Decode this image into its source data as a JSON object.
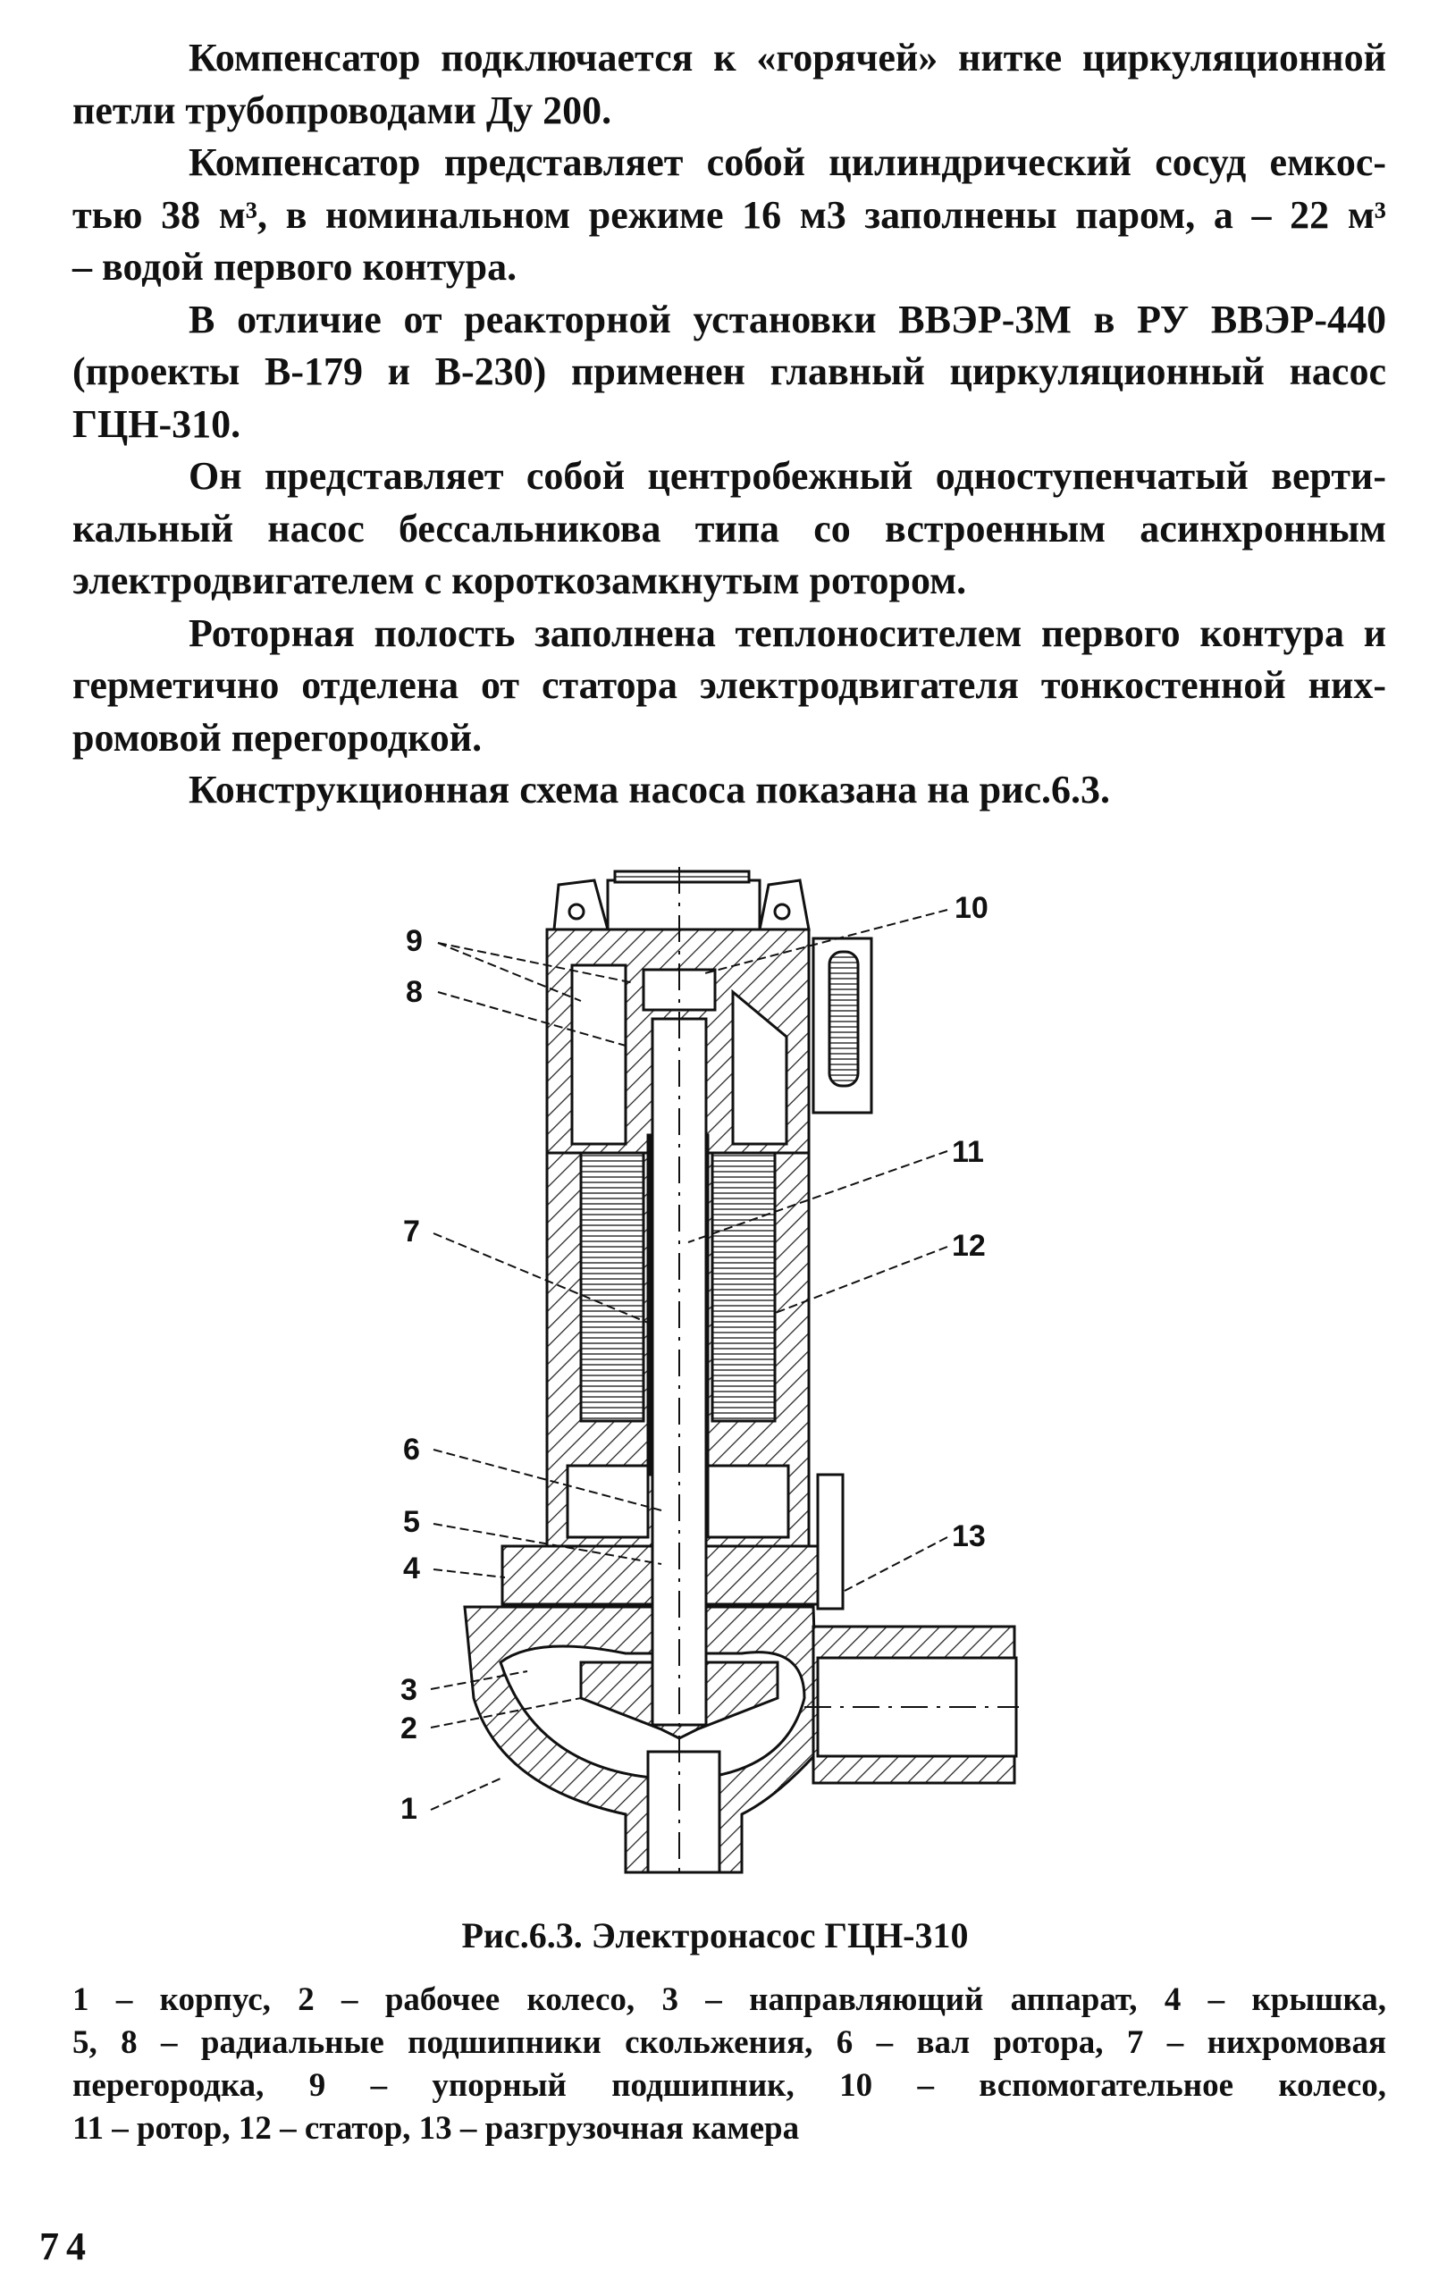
{
  "body": {
    "paragraphs": [
      {
        "lines": [
          "Компенсатор подключается к «горячей» нитке циркуляционной",
          "петли трубопроводами Ду 200."
        ]
      },
      {
        "lines": [
          "Компенсатор представляет собой цилиндрический сосуд емкос-",
          "тью 38 м³, в номинальном режиме 16 м3  заполнены паром, а – 22 м³",
          "– водой первого контура."
        ]
      },
      {
        "lines": [
          "В отличие от реакторной установки ВВЭР-3М в РУ ВВЭР-440",
          "(проекты В-179 и В-230) применен главный циркуляционный насос",
          "ГЦН-310."
        ]
      },
      {
        "lines": [
          "Он представляет собой центробежный одноступенчатый верти-",
          "кальный насос бессальникова типа со встроенным асинхронным",
          "электродвигателем с короткозамкнутым ротором."
        ]
      },
      {
        "lines": [
          "Роторная полость заполнена теплоносителем первого контура и",
          "герметично отделена от статора электродвигателя тонкостенной них-",
          "ромовой перегородкой."
        ]
      },
      {
        "lines": [
          "Конструкционная схема насоса показана на рис.6.3."
        ]
      }
    ]
  },
  "figure": {
    "labels": [
      "1",
      "2",
      "3",
      "4",
      "5",
      "6",
      "7",
      "8",
      "9",
      "10",
      "11",
      "12",
      "13"
    ],
    "caption": "Рис.6.3. Электронасос ГЦН-310",
    "legend_lines": [
      "1 – корпус, 2 – рабочее колесо, 3 – направляющий аппарат, 4 – крышка,",
      "5, 8 – радиальные подшипники скольжения, 6 – вал ротора, 7 – нихромовая",
      "перегородка, 9 – упорный подшипник, 10 – вспомогательное колесо,",
      "11 – ротор, 12 – статор, 13 – разгрузочная камера"
    ]
  },
  "page_number": "74"
}
